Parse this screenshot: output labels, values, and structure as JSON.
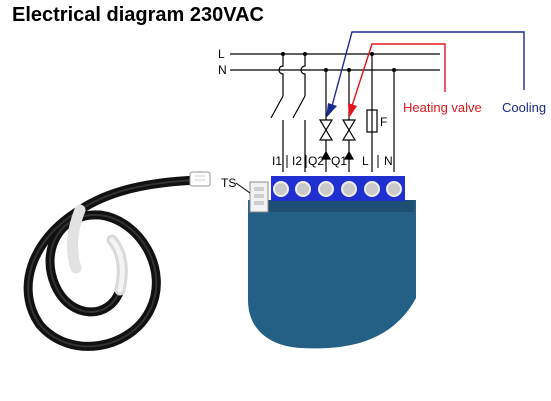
{
  "title": "Electrical diagram 230VAC",
  "lines": {
    "live": "L",
    "neutral": "N"
  },
  "fuse_label": "F",
  "probe_label": "TS",
  "terminals": [
    "I1",
    "I2",
    "Q2",
    "Q1",
    "L",
    "N"
  ],
  "valves": {
    "heating": "Heating valve",
    "cooling": "Cooling"
  },
  "colors": {
    "heating": "#e3151c",
    "cooling": "#1a2a8f",
    "module_body": "#245f86",
    "terminal_strip": "#1f2fd0",
    "wire": "#000000"
  },
  "icons": [
    "switch-icon",
    "valve-icon",
    "fuse-icon",
    "temperature-probe-icon"
  ]
}
